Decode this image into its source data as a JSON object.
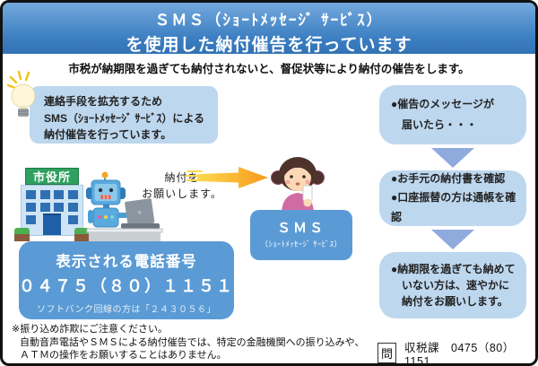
{
  "header": {
    "line1": "ＳＭＳ（ｼｮｰﾄﾒｯｾｰｼﾞ ｻｰﾋﾞｽ）",
    "line2": "を使用した納付催告を行っています"
  },
  "intro_text": "市税が納期限を過ぎても納付されないと、督促状等により納付の催告をします。",
  "info_bubble": {
    "line1": "連絡手段を拡充するため",
    "line2": "SMS（ｼｮｰﾄﾒｯｾｰｼﾞ ｻｰﾋﾞｽ）による",
    "line3": "納付催告を行っています。"
  },
  "sender": {
    "building_sign": "市役所",
    "speech_line1": "納付を",
    "speech_line2": "お願いします。"
  },
  "phone_panel": {
    "title": "表示される電話番号",
    "number": "０４７５（８０）１１５１",
    "note": "ソフトバンク回線の方は「２４３０５６」"
  },
  "sms_label": {
    "title": "ＳＭＳ",
    "subtitle": "（ｼｮｰﾄﾒｯｾｰｼﾞ ｻｰﾋﾞｽ）"
  },
  "steps": [
    {
      "lines": [
        "●催告のメッセージが",
        "　届いたら・・・"
      ]
    },
    {
      "lines": [
        "●お手元の納付書を確認",
        "●口座振替の方は通帳を確認"
      ]
    },
    {
      "lines": [
        "●納期限を過ぎても納めて",
        "　いない方は、速やかに",
        "　納付をお願いします。"
      ]
    }
  ],
  "footer": {
    "note_line1": "※振り込め詐欺にご注意ください。",
    "note_line2": "自動音声電話やＳＭＳによる納付催告では、特定の金融機関への振り込みや、",
    "note_line3": "ＡＴＭの操作をお願いすることはありません。",
    "contact_mark": "問",
    "contact_text": "収税課　0475（80）1151"
  },
  "colors": {
    "header_top": "#74a9dd",
    "header_bottom": "#3272b4",
    "light_blue_box": "#bdd7ee",
    "blue_box": "#5b9bd5",
    "down_arrow": "#8faadc",
    "arrow_yellow": "#ffd84d",
    "arrow_orange": "#f59a1e",
    "sign_green": "#2fa05f"
  }
}
